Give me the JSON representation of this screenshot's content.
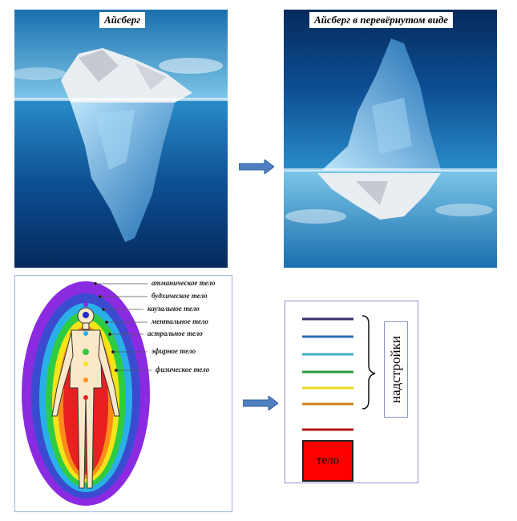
{
  "iceberg": {
    "title": "Айсберг",
    "inverted_title": "Айсберг в перевёрнутом виде"
  },
  "aura": {
    "labels": [
      "атманическое тело",
      "будхическое тело",
      "каузальное тело",
      "ментальное тело",
      "астральное тело",
      "эфирное тело",
      "физическое тело"
    ]
  },
  "schema": {
    "bracket_label": "надстройки",
    "body_label": "тело",
    "line_colors": [
      "#3a2a6a",
      "#2e6bb0",
      "#3fb0c8",
      "#2a9a3a",
      "#e8d81c",
      "#d08018",
      "#b01818"
    ],
    "body_color": "#ff0000"
  },
  "colors": {
    "arrow": "#4f7fc0",
    "sea_deep": "#0a3a78",
    "sky": "#4aa8d8"
  }
}
